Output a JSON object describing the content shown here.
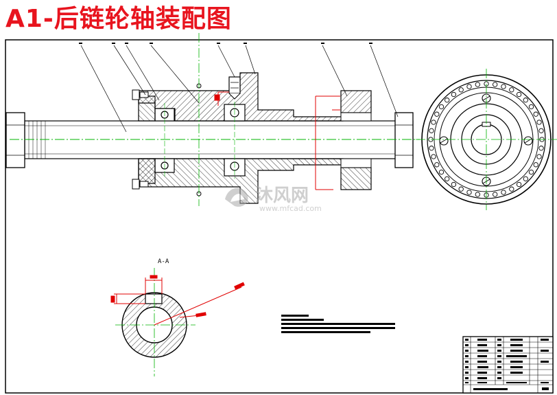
{
  "title": "A1-后链轮轴装配图",
  "section_label": "A-A",
  "watermark": {
    "cn": "沐风网",
    "url": "www.mfcad.com"
  },
  "colors": {
    "title": "#e8141e",
    "line": "#000000",
    "centerline": "#00b400",
    "dimension": "#e00000",
    "watermark": "#a8a8a8"
  }
}
